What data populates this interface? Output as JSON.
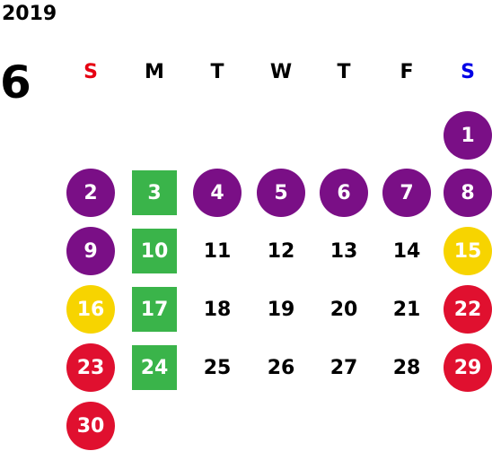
{
  "calendar": {
    "year": "2019",
    "month": "6",
    "weekdays": [
      {
        "label": "S",
        "color": "#e60012"
      },
      {
        "label": "M",
        "color": "#000000"
      },
      {
        "label": "T",
        "color": "#000000"
      },
      {
        "label": "W",
        "color": "#000000"
      },
      {
        "label": "T",
        "color": "#000000"
      },
      {
        "label": "F",
        "color": "#000000"
      },
      {
        "label": "S",
        "color": "#0000e6"
      }
    ],
    "colors": {
      "purple": "#7a0f86",
      "green": "#3ab44a",
      "yellow": "#f7d400",
      "red": "#e0102f"
    },
    "days": [
      {
        "label": "1",
        "style": "purple"
      },
      {
        "label": "2",
        "style": "purple"
      },
      {
        "label": "3",
        "style": "green"
      },
      {
        "label": "4",
        "style": "purple"
      },
      {
        "label": "5",
        "style": "purple"
      },
      {
        "label": "6",
        "style": "purple"
      },
      {
        "label": "7",
        "style": "purple"
      },
      {
        "label": "8",
        "style": "purple"
      },
      {
        "label": "9",
        "style": "purple"
      },
      {
        "label": "10",
        "style": "green"
      },
      {
        "label": "11",
        "style": "plain"
      },
      {
        "label": "12",
        "style": "plain"
      },
      {
        "label": "13",
        "style": "plain"
      },
      {
        "label": "14",
        "style": "plain"
      },
      {
        "label": "15",
        "style": "yellow"
      },
      {
        "label": "16",
        "style": "yellow"
      },
      {
        "label": "17",
        "style": "green"
      },
      {
        "label": "18",
        "style": "plain"
      },
      {
        "label": "19",
        "style": "plain"
      },
      {
        "label": "20",
        "style": "plain"
      },
      {
        "label": "21",
        "style": "plain"
      },
      {
        "label": "22",
        "style": "red"
      },
      {
        "label": "23",
        "style": "red"
      },
      {
        "label": "24",
        "style": "green"
      },
      {
        "label": "25",
        "style": "plain"
      },
      {
        "label": "26",
        "style": "plain"
      },
      {
        "label": "27",
        "style": "plain"
      },
      {
        "label": "28",
        "style": "plain"
      },
      {
        "label": "29",
        "style": "red"
      },
      {
        "label": "30",
        "style": "red"
      }
    ]
  }
}
